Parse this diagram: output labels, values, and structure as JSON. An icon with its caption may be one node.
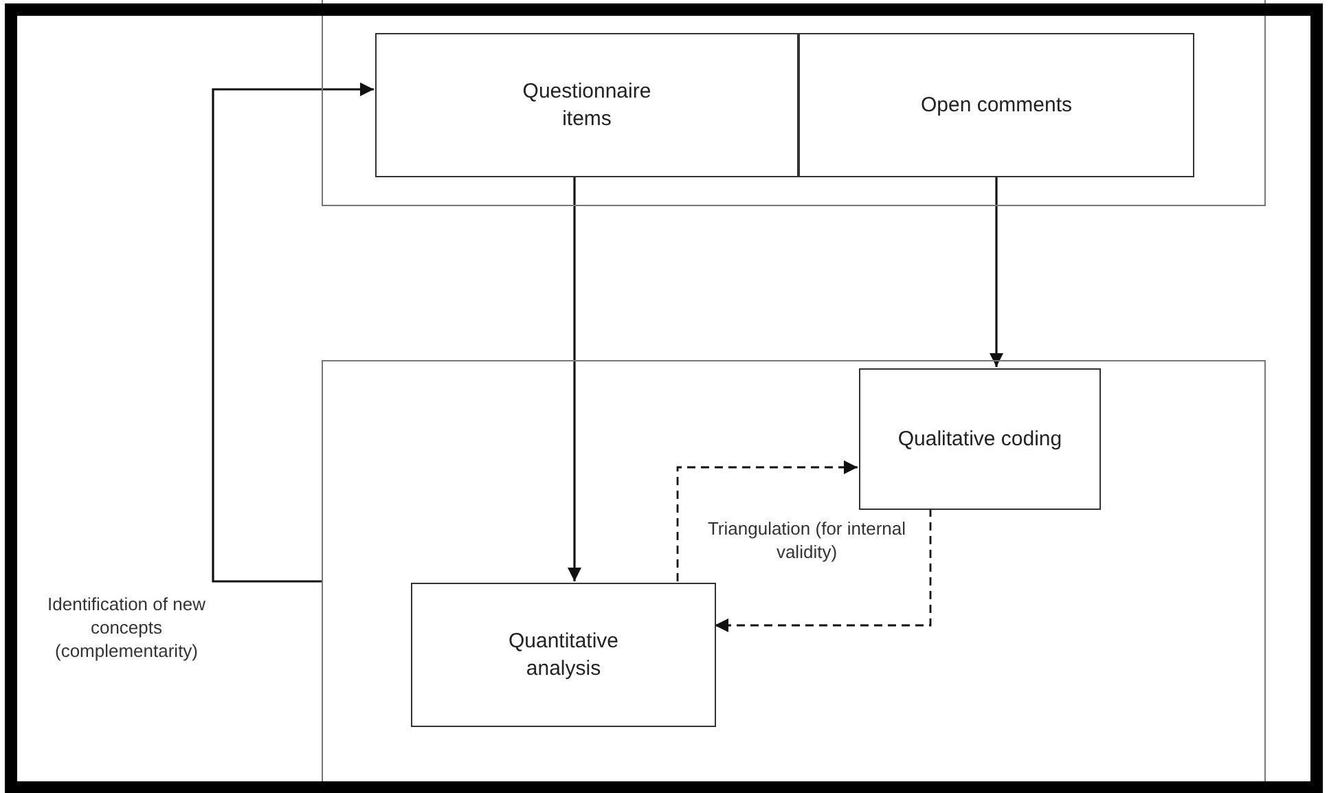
{
  "diagram": {
    "nodes": [
      {
        "text": [],
        "shape": "box"
      },
      {
        "text": [
          "Questionnaire items"
        ],
        "in": 0
      },
      {
        "text": [
          "Open comments"
        ],
        "in": 0
      },
      {
        "text": [],
        "shape": "box"
      },
      {
        "text": [
          "Qualitative coding"
        ],
        "in": 3
      },
      {
        "text": [
          "Quantitative analysis"
        ],
        "in": 3
      }
    ],
    "edges": [
      {
        "from": 1,
        "to": 5,
        "arrow": "to"
      },
      {
        "from": 2,
        "to": 4,
        "arrow": "to"
      },
      {
        "from": 5,
        "to": 4,
        "arrow": "to",
        "style": "dashed"
      },
      {
        "from": 4,
        "to": 5,
        "arrow": "to",
        "style": "dashed"
      },
      {
        "from": 3,
        "to": 1,
        "arrow": "to",
        "label": "Identification of new concepts (complementarity)"
      }
    ],
    "labels": [
      "Triangulation (for internal validity)"
    ]
  }
}
